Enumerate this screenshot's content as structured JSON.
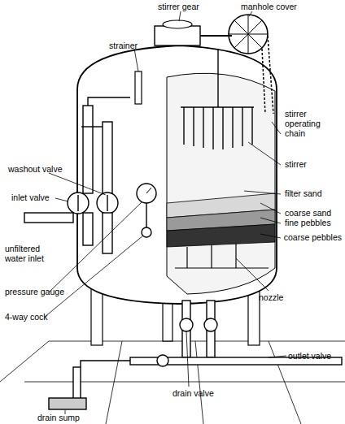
{
  "diagram": {
    "labels": [
      "stirrer gear",
      "manhole cover",
      "strainer",
      "stirrer operating chain",
      "stirrer",
      "washout valve",
      "filter sand",
      "coarse sand",
      "inlet valve",
      "fine pebbles",
      "coarse pebbles",
      "unfiltered water inlet",
      "pressure gauge",
      "nozzle",
      "4-way cock",
      "outlet valve",
      "drain valve",
      "drain sump"
    ]
  }
}
